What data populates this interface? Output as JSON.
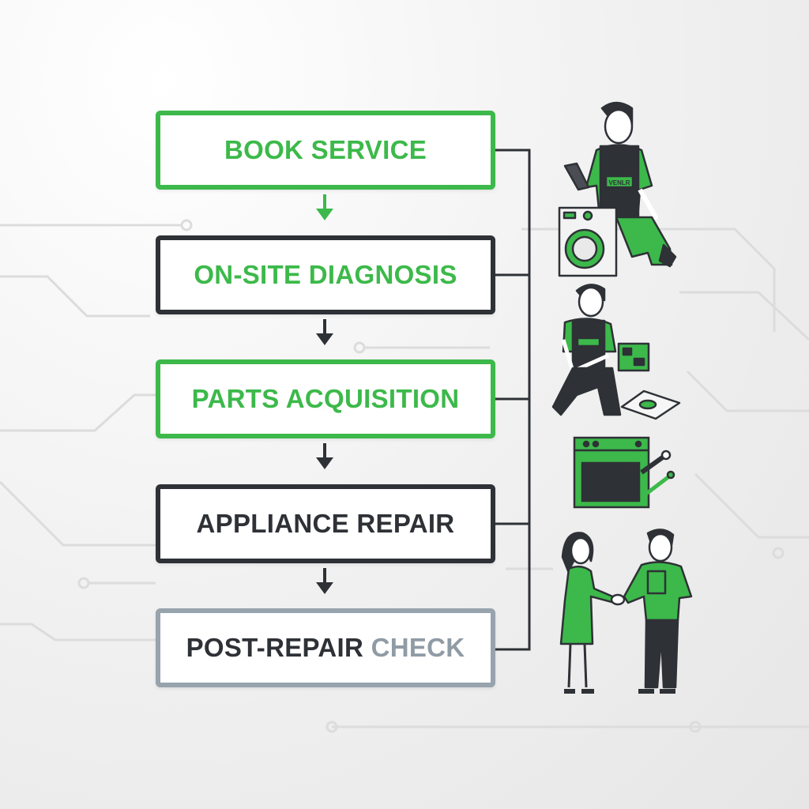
{
  "steps": [
    {
      "label": "BOOK SERVICE",
      "style": "green"
    },
    {
      "label": "ON-SITE DIAGNOSIS",
      "style": "dark"
    },
    {
      "label": "PARTS ACQUISITION",
      "style": "green"
    },
    {
      "label": "APPLIANCE REPAIR",
      "style": "dark"
    },
    {
      "label_main": "POST-REPAIR",
      "label_accent": "CHECK",
      "style": "gray"
    }
  ],
  "apron_text": "VENLR",
  "colors": {
    "green": "#3cb94a",
    "dark": "#2e3136",
    "gray": "#97a3ad",
    "background": "#eeeeee"
  }
}
